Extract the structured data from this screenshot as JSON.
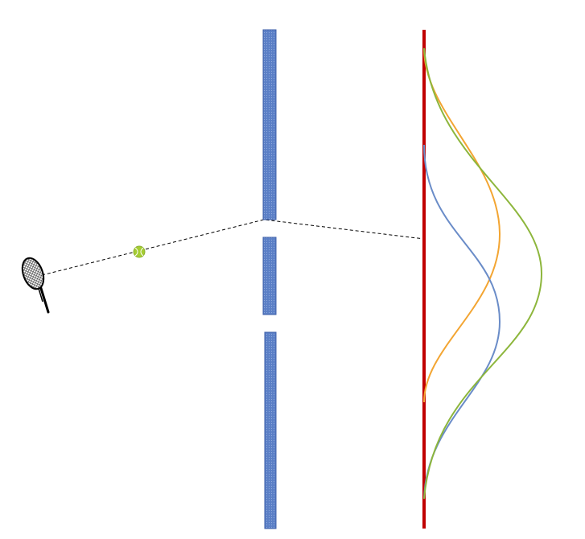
{
  "diagram": {
    "type": "double-slit experiment illustration",
    "elements": {
      "racket": {
        "icon": "tennis-racket-icon"
      },
      "ball": {
        "icon": "tennis-ball-icon",
        "color": "#A5CD32"
      },
      "barrier": {
        "color": "#5B7FC6",
        "slits": 2
      },
      "screen": {
        "color": "#C00000"
      },
      "trajectory": {
        "style": "dashed",
        "color": "#000000"
      },
      "distributions": [
        {
          "id": "upper-slit",
          "color": "#F3A532"
        },
        {
          "id": "lower-slit",
          "color": "#6A8CC8"
        },
        {
          "id": "combined",
          "color": "#8DB63C"
        }
      ]
    }
  }
}
